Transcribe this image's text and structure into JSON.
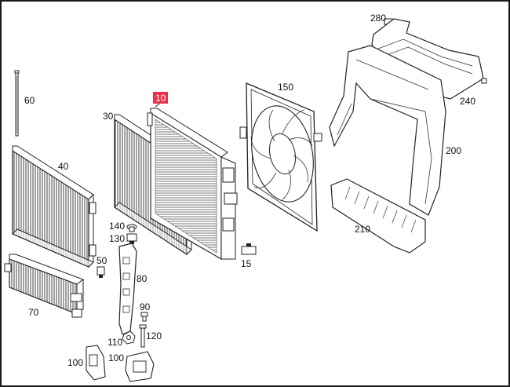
{
  "diagram": {
    "highlight_color": "#e8324a",
    "parts": [
      {
        "id": "p280",
        "label": "280",
        "name": "bolt-280"
      },
      {
        "id": "p60",
        "label": "60",
        "name": "rod-60"
      },
      {
        "id": "p10",
        "label": "10",
        "name": "radiator-10",
        "highlighted": true
      },
      {
        "id": "p30",
        "label": "30",
        "name": "condenser-30"
      },
      {
        "id": "p150",
        "label": "150",
        "name": "fan-shroud-150"
      },
      {
        "id": "p240",
        "label": "240",
        "name": "upper-bracket-240"
      },
      {
        "id": "p40",
        "label": "40",
        "name": "cooler-40"
      },
      {
        "id": "p200",
        "label": "200",
        "name": "side-duct-200"
      },
      {
        "id": "p210",
        "label": "210",
        "name": "lower-duct-210"
      },
      {
        "id": "p140",
        "label": "140",
        "name": "clip-140"
      },
      {
        "id": "p130",
        "label": "130",
        "name": "clip-130"
      },
      {
        "id": "p50",
        "label": "50",
        "name": "clip-50"
      },
      {
        "id": "p15",
        "label": "15",
        "name": "sensor-15"
      },
      {
        "id": "p80",
        "label": "80",
        "name": "bracket-80"
      },
      {
        "id": "p70",
        "label": "70",
        "name": "oil-cooler-70"
      },
      {
        "id": "p90",
        "label": "90",
        "name": "screw-90"
      },
      {
        "id": "p110",
        "label": "110",
        "name": "nut-110"
      },
      {
        "id": "p120",
        "label": "120",
        "name": "bolt-120"
      },
      {
        "id": "p100a",
        "label": "100",
        "name": "mount-100-left"
      },
      {
        "id": "p100b",
        "label": "100",
        "name": "mount-100-right"
      }
    ]
  }
}
